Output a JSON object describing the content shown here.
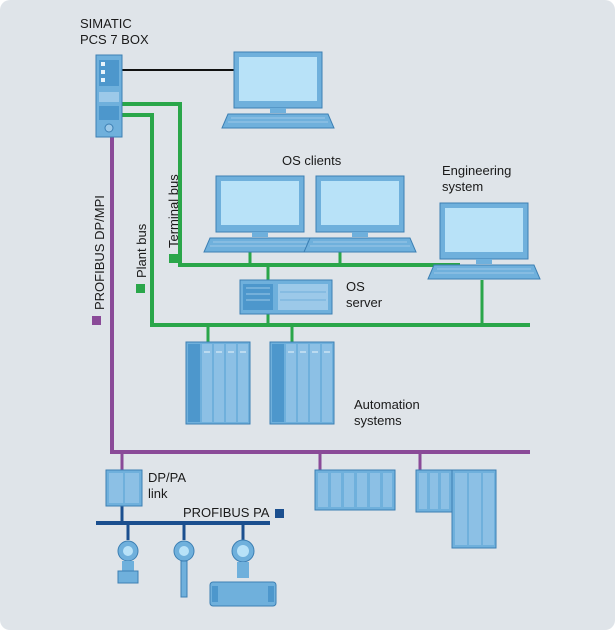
{
  "labels": {
    "box_line1": "SIMATIC",
    "box_line2": "PCS 7 BOX",
    "os_clients": "OS clients",
    "engineering_line1": "Engineering",
    "engineering_line2": "system",
    "os_line1": "OS",
    "os_line2": "server",
    "automation_line1": "Automation",
    "automation_line2": "systems",
    "dppa_line1": "DP/PA",
    "dppa_line2": "link",
    "profibus_pa": "PROFIBUS PA",
    "profibus_dp": "PROFIBUS DP/MPI",
    "plant_bus": "Plant bus",
    "terminal_bus": "Terminal bus"
  },
  "colors": {
    "background": "#dfe4e9",
    "device": "#6fb0dc",
    "device_dark": "#3c7fb3",
    "screen": "#b8e2f8",
    "green_bus": "#2aa64a",
    "purple_bus": "#8a4a98",
    "blue_bus": "#1b4f8f",
    "ethernet_black": "#111111"
  },
  "icons": [
    "pc-box-icon",
    "workstation-icon",
    "server-icon",
    "plc-rack-icon",
    "field-device-icon",
    "flowmeter-icon"
  ]
}
